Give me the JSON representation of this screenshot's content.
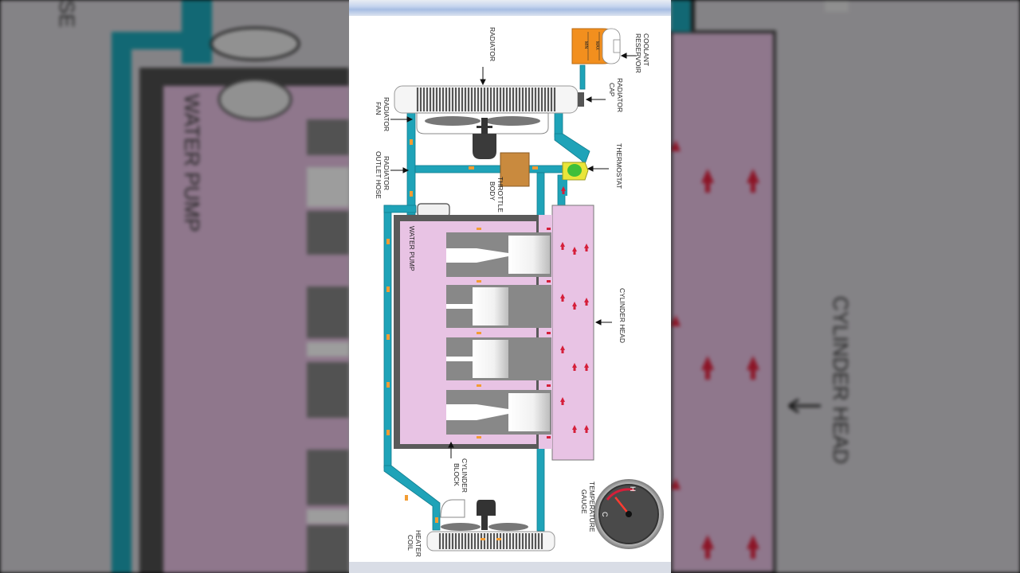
{
  "diagram": {
    "labels": {
      "coolant_reservoir": [
        "COOLANT",
        "RESERVOIR"
      ],
      "radiator": "RADIATOR",
      "radiator_cap": [
        "RADIATOR",
        "CAP"
      ],
      "radiator_fan": [
        "RADIATOR",
        "FAN"
      ],
      "radiator_outlet_hose": [
        "RADIATOR",
        "OUTLET HOSE"
      ],
      "thermostat": "THERMOSTAT",
      "throttle_body": [
        "THROTTLE",
        "BODY"
      ],
      "water_pump": "WATER PUMP",
      "cylinder_head": "CYLINDER HEAD",
      "cylinder_block": [
        "CYLINDER",
        "BLOCK"
      ],
      "temperature_gauge": [
        "TEMPERATURE",
        "GAUGE"
      ],
      "heater_coil": [
        "HEATER",
        "COIL"
      ]
    },
    "reservoir_marks": {
      "max": "MAX",
      "min": "MIN"
    },
    "gauge": {
      "hot": "H",
      "cold": "C",
      "needle_position": 0.35
    },
    "colors": {
      "coolant_pipe": "#1fa3b8",
      "engine_block": "#e8c3e4",
      "reservoir": "#f28f1e",
      "throttle_body": "#c98a3e",
      "thermostat": "#e9e53a",
      "hot_arrow": "#d51f3a",
      "flow_arrow": "#f39c33"
    }
  },
  "background": {
    "left_labels": {
      "water_pump": "WATER PUMP",
      "hose_fragment": "SE"
    },
    "right_labels": {
      "cylinder_head": "CYLINDER HEAD"
    }
  }
}
